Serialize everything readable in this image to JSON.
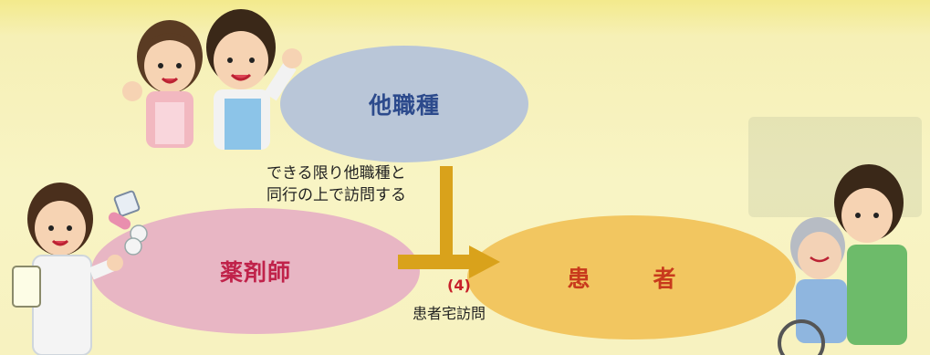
{
  "nodes": {
    "other_staff": "他職種",
    "pharmacist": "薬剤師",
    "patient": "患　者"
  },
  "notes": {
    "line1": "できる限り他職種と",
    "line2": "同行の上で訪問する"
  },
  "step": {
    "number": "(4)",
    "label": "患者宅訪問"
  },
  "colors": {
    "other_staff_fill": "#b9c6d8",
    "pharmacist_fill": "#e8b6c4",
    "patient_fill": "#f2c660",
    "arrow": "#d9a21b"
  },
  "icons": [
    "care-workers-illustration",
    "pharmacist-illustration",
    "patient-caregiver-illustration",
    "pills-icon"
  ]
}
